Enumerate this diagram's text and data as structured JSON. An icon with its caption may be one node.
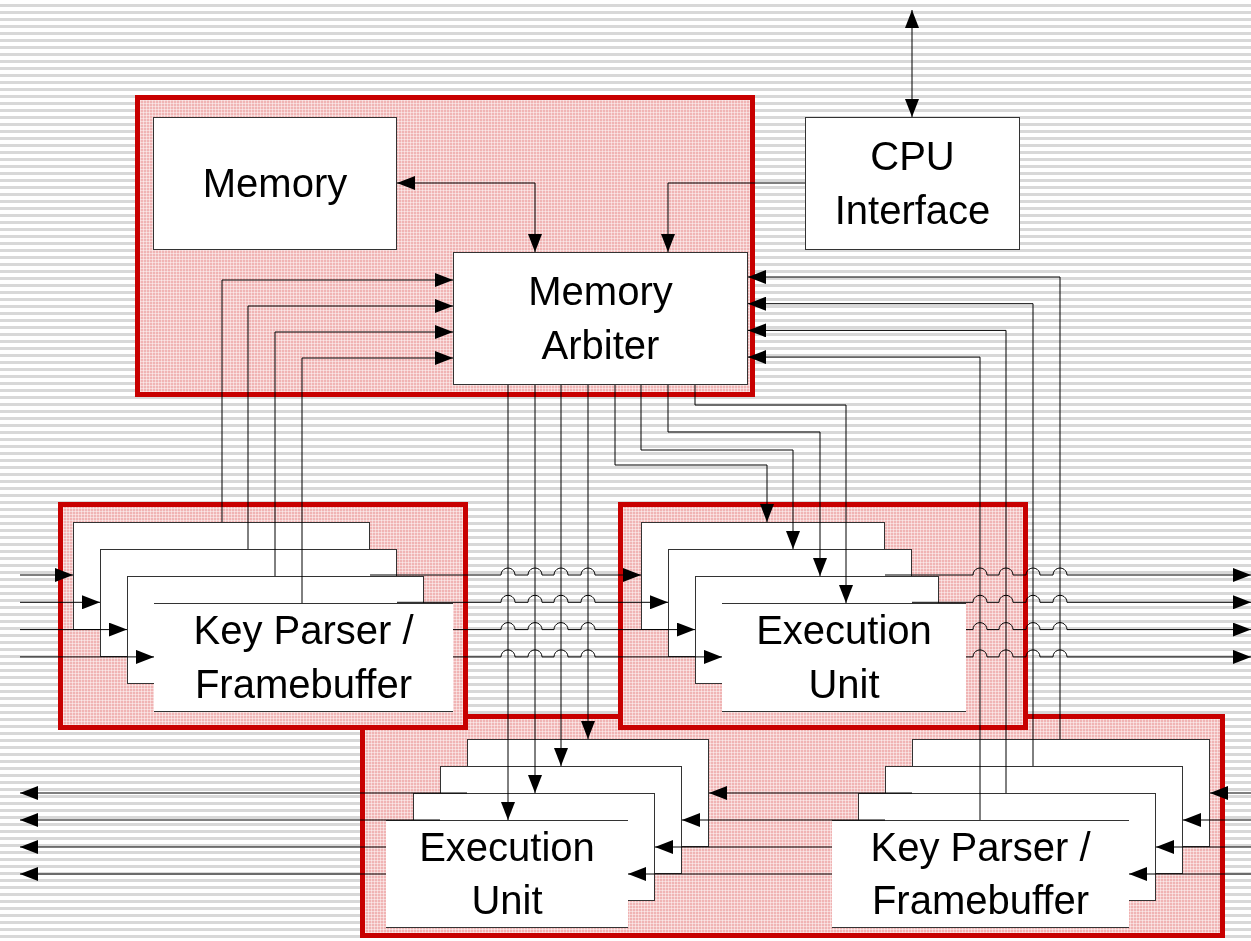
{
  "diagram": {
    "nodes": [
      {
        "text": [],
        "shape": "box"
      },
      {
        "text": [
          "Memory"
        ],
        "in": 0
      },
      {
        "text": [
          "Memory Arbiter"
        ],
        "in": 0
      },
      {
        "text": [
          "CPU Interface"
        ]
      },
      {
        "text": [],
        "shape": "box"
      },
      {
        "text": [
          "Key Parser / Framebuffer"
        ],
        "in": 4
      },
      {
        "text": [],
        "shape": "box"
      },
      {
        "text": [
          "Execution Unit"
        ],
        "in": 6
      },
      {
        "text": [],
        "shape": "box"
      },
      {
        "text": [
          "Execution Unit"
        ],
        "in": 8
      },
      {
        "text": [
          "Key Parser / Framebuffer"
        ],
        "in": 8
      }
    ],
    "edges": [
      {
        "from": null,
        "to": 3,
        "arrow": "both"
      },
      {
        "from": 1,
        "to": 2,
        "arrow": "both"
      },
      {
        "from": 3,
        "to": 2,
        "arrow": "to"
      },
      {
        "from": 5,
        "to": 2,
        "arrow": "to"
      },
      {
        "from": 5,
        "to": 2,
        "arrow": "to"
      },
      {
        "from": 5,
        "to": 2,
        "arrow": "to"
      },
      {
        "from": 5,
        "to": 2,
        "arrow": "to"
      },
      {
        "from": 10,
        "to": 2,
        "arrow": "to"
      },
      {
        "from": 10,
        "to": 2,
        "arrow": "to"
      },
      {
        "from": 10,
        "to": 2,
        "arrow": "to"
      },
      {
        "from": 10,
        "to": 2,
        "arrow": "to"
      },
      {
        "from": 2,
        "to": 7,
        "arrow": "to"
      },
      {
        "from": 2,
        "to": 7,
        "arrow": "to"
      },
      {
        "from": 2,
        "to": 7,
        "arrow": "to"
      },
      {
        "from": 2,
        "to": 7,
        "arrow": "to"
      },
      {
        "from": 2,
        "to": 9,
        "arrow": "to"
      },
      {
        "from": 2,
        "to": 9,
        "arrow": "to"
      },
      {
        "from": 2,
        "to": 9,
        "arrow": "to"
      },
      {
        "from": 2,
        "to": 9,
        "arrow": "to"
      },
      {
        "from": null,
        "to": 5,
        "arrow": "to"
      },
      {
        "from": null,
        "to": 5,
        "arrow": "to"
      },
      {
        "from": null,
        "to": 5,
        "arrow": "to"
      },
      {
        "from": null,
        "to": 5,
        "arrow": "to"
      },
      {
        "from": 5,
        "to": 7,
        "arrow": "to"
      },
      {
        "from": 5,
        "to": 7,
        "arrow": "to"
      },
      {
        "from": 5,
        "to": 7,
        "arrow": "to"
      },
      {
        "from": 5,
        "to": 7,
        "arrow": "to"
      },
      {
        "from": 7,
        "to": null,
        "arrow": "to"
      },
      {
        "from": 7,
        "to": null,
        "arrow": "to"
      },
      {
        "from": 7,
        "to": null,
        "arrow": "to"
      },
      {
        "from": 7,
        "to": null,
        "arrow": "to"
      },
      {
        "from": null,
        "to": 10,
        "arrow": "to"
      },
      {
        "from": null,
        "to": 10,
        "arrow": "to"
      },
      {
        "from": null,
        "to": 10,
        "arrow": "to"
      },
      {
        "from": null,
        "to": 10,
        "arrow": "to"
      },
      {
        "from": 10,
        "to": 9,
        "arrow": "to"
      },
      {
        "from": 10,
        "to": 9,
        "arrow": "to"
      },
      {
        "from": 10,
        "to": 9,
        "arrow": "to"
      },
      {
        "from": 10,
        "to": 9,
        "arrow": "to"
      },
      {
        "from": 9,
        "to": null,
        "arrow": "to"
      },
      {
        "from": 9,
        "to": null,
        "arrow": "to"
      },
      {
        "from": 9,
        "to": null,
        "arrow": "to"
      },
      {
        "from": 9,
        "to": null,
        "arrow": "to"
      }
    ]
  }
}
